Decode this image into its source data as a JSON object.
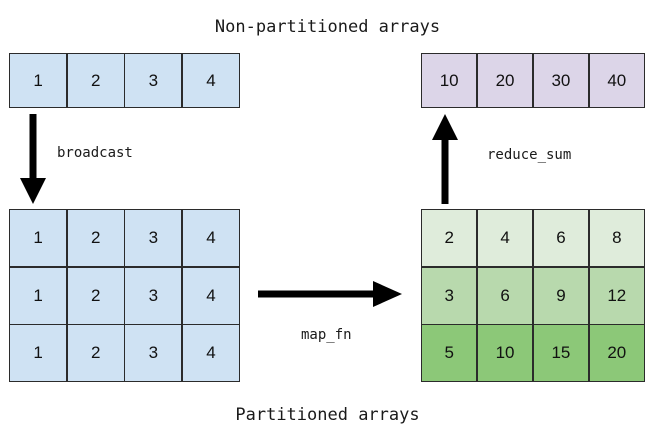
{
  "diagram": {
    "title_caption": "Non-partitioned arrays",
    "bottom_caption": "Partitioned arrays",
    "colors": {
      "blue": "#cfe2f3",
      "purple": "#dcd5e8",
      "green_light": "#dfecdb",
      "green_medium": "#b8d9ad",
      "green_dark": "#8cc878",
      "stroke": "#2b2b2b",
      "arrow": "#000000",
      "text": "#111111",
      "background": "#ffffff"
    },
    "arrows": [
      {
        "name": "broadcast",
        "label": "broadcast",
        "direction": "down",
        "from": "input-nonpartitioned",
        "to": "input-partitioned"
      },
      {
        "name": "map_fn",
        "label": "map_fn",
        "direction": "right",
        "from": "input-partitioned",
        "to": "output-partitioned"
      },
      {
        "name": "reduce_sum",
        "label": "reduce_sum",
        "direction": "up",
        "from": "output-partitioned",
        "to": "output-nonpartitioned"
      }
    ],
    "grids": {
      "input_nonpartitioned": {
        "name": "input-nonpartitioned-array",
        "rows": 1,
        "cols": 4,
        "values": [
          [
            1,
            2,
            3,
            4
          ]
        ],
        "row_colors": [
          "#cfe2f3"
        ]
      },
      "output_nonpartitioned": {
        "name": "output-nonpartitioned-array",
        "rows": 1,
        "cols": 4,
        "values": [
          [
            10,
            20,
            30,
            40
          ]
        ],
        "row_colors": [
          "#dcd5e8"
        ]
      },
      "input_partitioned": {
        "name": "input-partitioned-array",
        "rows": 3,
        "cols": 4,
        "values": [
          [
            1,
            2,
            3,
            4
          ],
          [
            1,
            2,
            3,
            4
          ],
          [
            1,
            2,
            3,
            4
          ]
        ],
        "row_colors": [
          "#cfe2f3",
          "#cfe2f3",
          "#cfe2f3"
        ]
      },
      "output_partitioned": {
        "name": "output-partitioned-array",
        "rows": 3,
        "cols": 4,
        "values": [
          [
            2,
            4,
            6,
            8
          ],
          [
            3,
            6,
            9,
            12
          ],
          [
            5,
            10,
            15,
            20
          ]
        ],
        "row_colors": [
          "#dfecdb",
          "#b8d9ad",
          "#8cc878"
        ]
      }
    }
  }
}
